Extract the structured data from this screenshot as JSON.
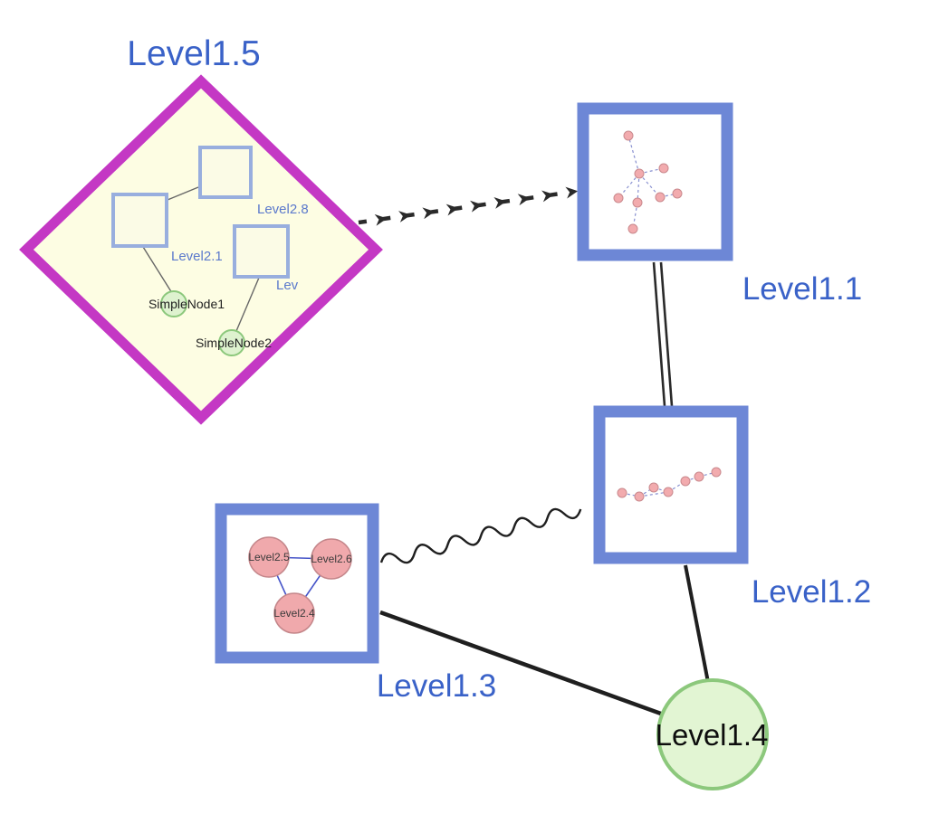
{
  "labels": {
    "level1_5": "Level1.5",
    "level1_1": "Level1.1",
    "level1_2": "Level1.2",
    "level1_3": "Level1.3",
    "level1_4": "Level1.4",
    "level2_8": "Level2.8",
    "level2_1": "Level2.1",
    "level2_partial": "Lev",
    "simple_node_1": "SimpleNode1",
    "simple_node_2": "SimpleNode2",
    "level2_5": "Level2.5",
    "level2_6": "Level2.6",
    "level2_4": "Level2.4"
  },
  "colors": {
    "label_blue": "#3a62c8",
    "label_black": "#0d0d0d",
    "diamond_border": "#c438c4",
    "diamond_fill": "#fdfde3",
    "group_border": "#6d87d6",
    "group_fill": "#ffffff",
    "inner_square_border": "#98aede",
    "green_node_fill": "#def2cf",
    "green_node_border": "#8cc87c",
    "pink_node_fill": "#f2abae",
    "pink_node_border": "#c9898d",
    "edge_dark": "#2a2a2a",
    "edge_blue": "#4553c8",
    "dashed_edge_blue": "#8890d0"
  },
  "edges": [
    {
      "from": "Level1.5",
      "to": "Level1.1",
      "style": "dashed-arrows"
    },
    {
      "from": "Level1.1",
      "to": "Level1.2",
      "style": "double-line"
    },
    {
      "from": "Level1.3",
      "to": "Level1.2",
      "style": "wavy"
    },
    {
      "from": "Level1.3",
      "to": "Level1.4",
      "style": "solid"
    },
    {
      "from": "Level1.2",
      "to": "Level1.4",
      "style": "solid"
    }
  ],
  "level1_5_children_edges": [
    {
      "from": "Level2.8",
      "to": "Level2.1"
    },
    {
      "from": "Level2.1",
      "to": "SimpleNode1"
    },
    {
      "from": "Lev",
      "to": "SimpleNode2"
    }
  ],
  "level1_3_children_edges": [
    {
      "from": "Level2.5",
      "to": "Level2.6"
    },
    {
      "from": "Level2.5",
      "to": "Level2.4"
    },
    {
      "from": "Level2.6",
      "to": "Level2.4"
    }
  ]
}
